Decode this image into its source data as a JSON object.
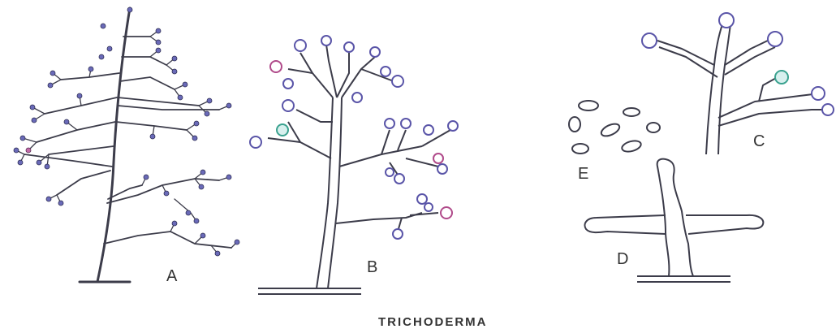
{
  "figure": {
    "caption": "TRICHODERMA",
    "panels": [
      {
        "id": "A",
        "label": "A"
      },
      {
        "id": "B",
        "label": "B"
      },
      {
        "id": "C",
        "label": "C"
      },
      {
        "id": "D",
        "label": "D"
      },
      {
        "id": "E",
        "label": "E"
      }
    ],
    "colors": {
      "ink": "#3c3c4a",
      "phialide_blue": "#5a55a8",
      "phialide_green": "#3aa28f",
      "phialide_pink": "#b04a8a",
      "background": "#ffffff"
    }
  }
}
